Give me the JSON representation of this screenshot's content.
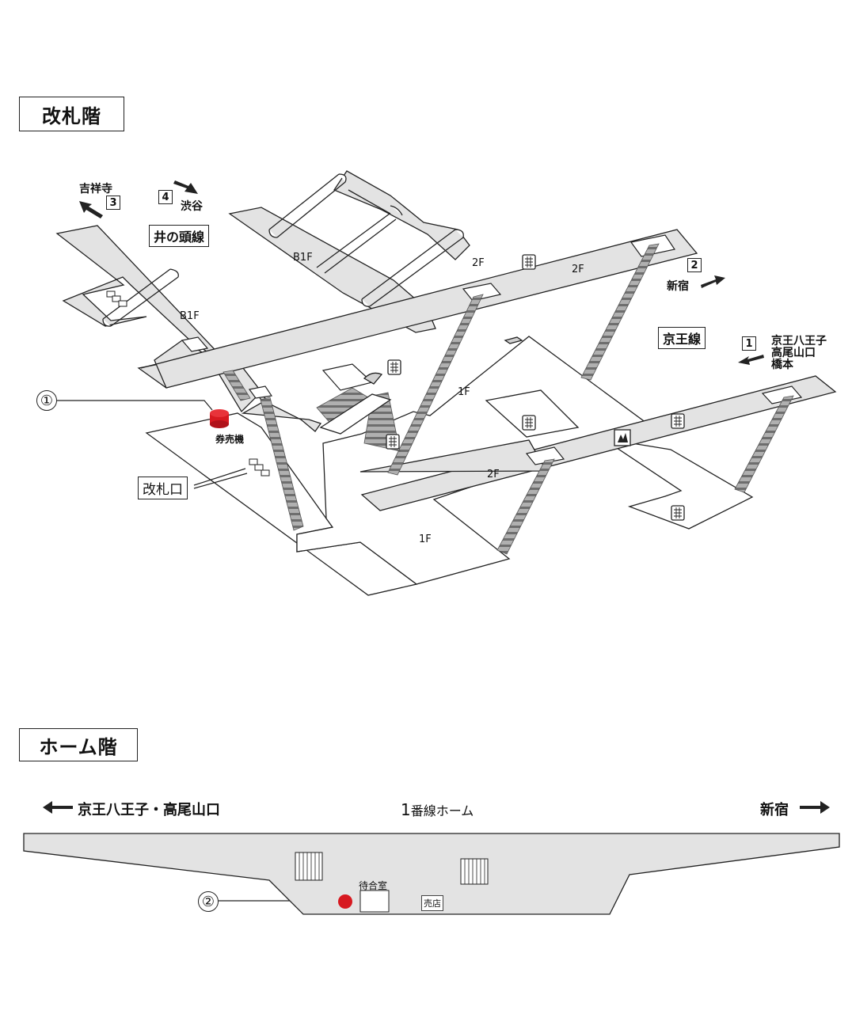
{
  "concourse": {
    "title": "改札階",
    "floors": {
      "b1f_a": "B1F",
      "b1f_b": "B1F",
      "f2_a": "2F",
      "f2_b": "2F",
      "f2_c": "2F",
      "f1_a": "1F",
      "f1_b": "1F"
    },
    "lines": {
      "inokashira": "井の頭線",
      "keio": "京王線"
    },
    "exits": {
      "e1": {
        "num": "1",
        "dest": [
          "京王八王子",
          "高尾山口",
          "橋本"
        ]
      },
      "e2": {
        "num": "2",
        "dest": "新宿"
      },
      "e3": {
        "num": "3",
        "dest": "吉祥寺"
      },
      "e4": {
        "num": "4",
        "dest": "渋谷"
      }
    },
    "ticket_machine": "券売機",
    "ticket_gate": "改札口",
    "marker": "①"
  },
  "platform": {
    "title": "ホーム階",
    "left_dest": "京王八王子・高尾山口",
    "right_dest": "新宿",
    "platform_num": "1",
    "platform_name": "番線ホーム",
    "waiting_room": "待合室",
    "shop": "売店",
    "marker": "②"
  },
  "colors": {
    "walkway": "#e3e3e3",
    "stair": "#8f8f8f",
    "ticket_machine": "#d71920",
    "outline": "#222222"
  },
  "icons": [
    "elevator-icon",
    "toilet-icon",
    "left-arrow-icon",
    "right-arrow-icon"
  ]
}
